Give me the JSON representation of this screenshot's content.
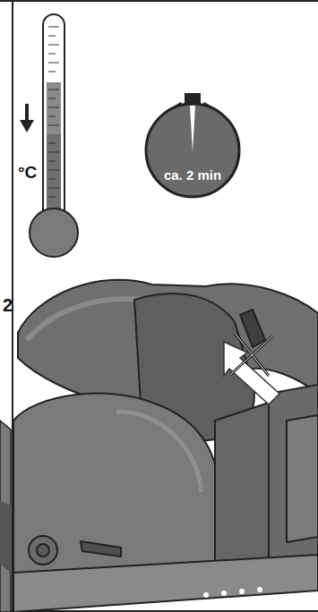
{
  "diagram": {
    "nodes": [
      {
        "text": [
          "ca. 2 min"
        ]
      }
    ],
    "labels": [
      "°C",
      "2"
    ]
  }
}
